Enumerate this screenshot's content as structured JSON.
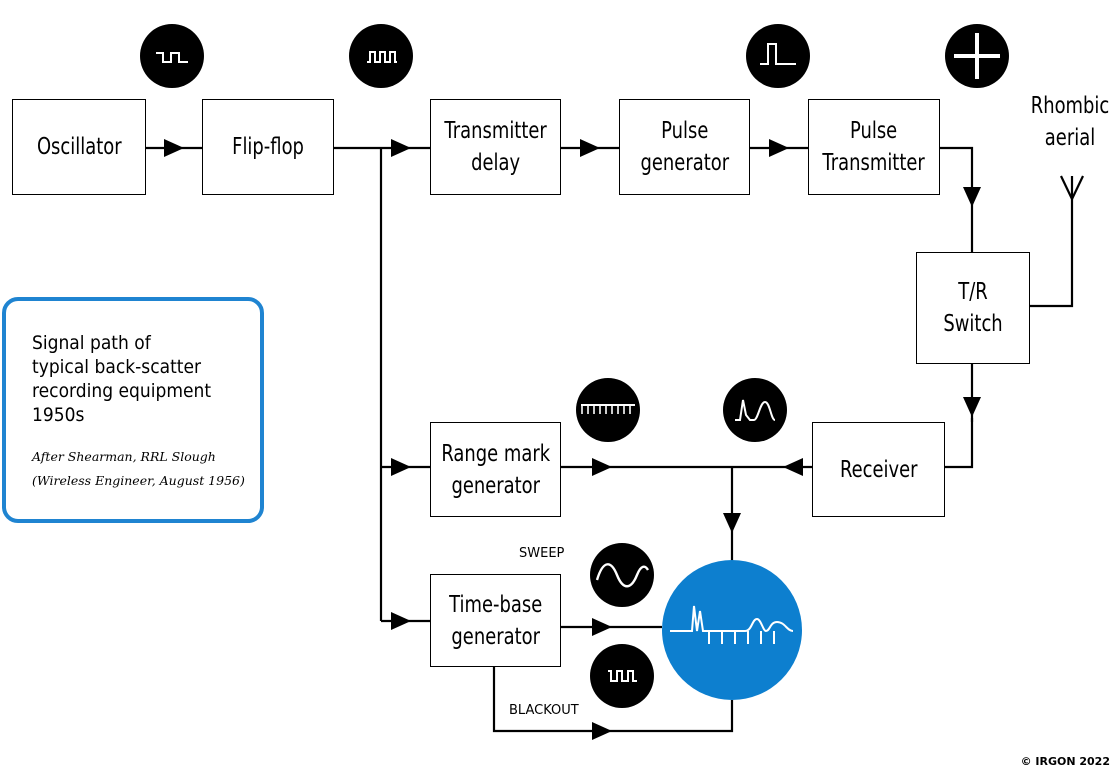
{
  "blocks": {
    "oscillator": "Oscillator",
    "flip_flop": "Flip-flop",
    "transmitter_delay": [
      "Transmitter",
      "delay"
    ],
    "pulse_generator": [
      "Pulse",
      "generator"
    ],
    "pulse_transmitter": [
      "Pulse",
      "Transmitter"
    ],
    "tr_switch": [
      "T/R",
      "Switch"
    ],
    "receiver": "Receiver",
    "range_mark_generator": [
      "Range mark",
      "generator"
    ],
    "time_base_generator": [
      "Time-base",
      "generator"
    ]
  },
  "aerial": [
    "Rhombic",
    "aerial"
  ],
  "signal_labels": {
    "sweep": "SWEEP",
    "blackout": "BLACKOUT"
  },
  "info": {
    "title": [
      "Signal path of",
      "typical back-scatter",
      "recording equipment",
      "1950s"
    ],
    "source": [
      "After Shearman, RRL Slough",
      "(Wireless Engineer, August 1956)"
    ]
  },
  "copyright": "© IRGON 2022",
  "waveform_icons": [
    "square-wave-icon",
    "fast-square-wave-icon",
    "single-pulse-icon",
    "tr-cross-icon",
    "range-marks-icon",
    "echo-pulse-icon",
    "sine-sweep-icon",
    "blackout-pulse-icon",
    "display-trace-icon"
  ],
  "colors": {
    "display": "#0d7fcf",
    "info_border": "#1f84d1",
    "icon_fill": "#000000",
    "line": "#000000"
  }
}
